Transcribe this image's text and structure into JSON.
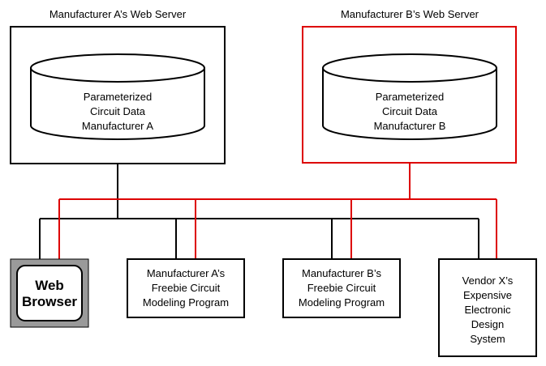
{
  "colors": {
    "black_line": "#000000",
    "red_line": "#dd0000",
    "browser_bezel": "#9a9a9a",
    "background": "#ffffff"
  },
  "server_a": {
    "title": "Manufacturer A’s Web Server",
    "db_line1": "Parameterized",
    "db_line2": "Circuit Data",
    "db_line3": "Manufacturer A"
  },
  "server_b": {
    "title": "Manufacturer B’s Web Server",
    "db_line1": "Parameterized",
    "db_line2": "Circuit Data",
    "db_line3": "Manufacturer B"
  },
  "clients": {
    "browser": {
      "line1": "Web",
      "line2": "Browser"
    },
    "freebie_a": {
      "line1": "Manufacturer A’s",
      "line2": "Freebie Circuit",
      "line3": "Modeling Program"
    },
    "freebie_b": {
      "line1": "Manufacturer B’s",
      "line2": "Freebie Circuit",
      "line3": "Modeling Program"
    },
    "vendor_x": {
      "line1": "Vendor X’s",
      "line2": "Expensive",
      "line3": "Electronic",
      "line4": "Design",
      "line5": "System"
    }
  }
}
